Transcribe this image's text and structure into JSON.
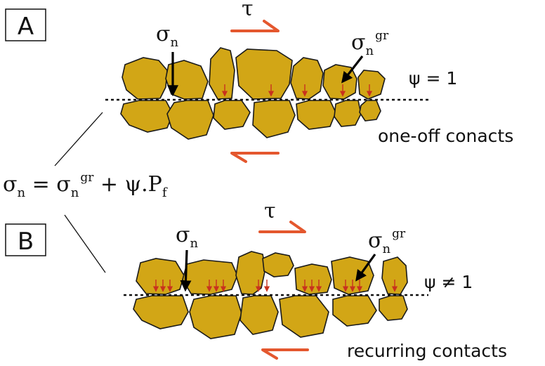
{
  "panel_a": {
    "letter": "A",
    "tau": "τ",
    "sigma_n": "σ",
    "sigma_n_sub": "n",
    "sigma_gr": "σ",
    "sigma_gr_sub": "n",
    "sigma_gr_sup": "gr",
    "psi": "ψ = 1",
    "caption": "one-off conacts"
  },
  "panel_b": {
    "letter": "B",
    "tau": "τ",
    "sigma_n": "σ",
    "sigma_n_sub": "n",
    "sigma_gr": "σ",
    "sigma_gr_sub": "n",
    "sigma_gr_sup": "gr",
    "psi": "ψ ≠ 1",
    "caption": "recurring contacts"
  },
  "equation": {
    "sigma": "σ",
    "sub_n": "n",
    "equals_sigma": " = σ",
    "sub_n2": "n",
    "sup_gr": "gr",
    "plus_term": " + ψ.P",
    "sub_f": "f"
  },
  "colors": {
    "grain": "#d2a616",
    "shear_arrow": "#e4572e",
    "contact_arrow": "#c8321e",
    "outline": "#1a1a1a"
  }
}
